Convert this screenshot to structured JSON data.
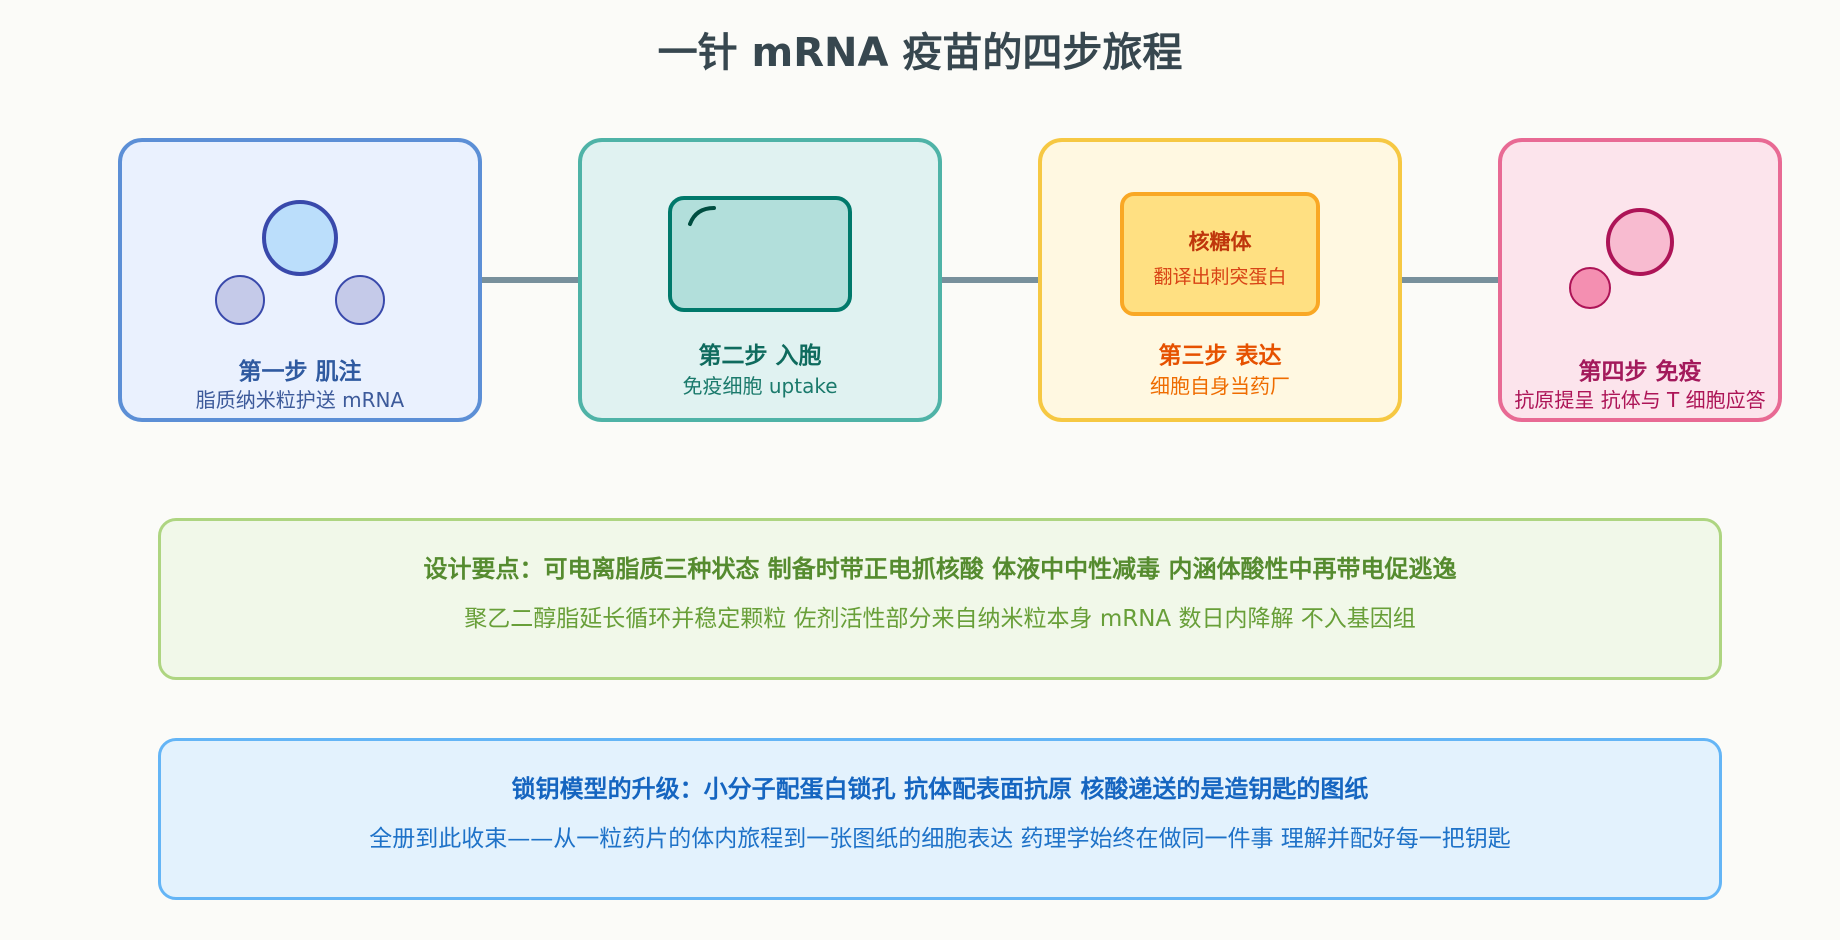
{
  "title": "一针 mRNA 疫苗的四步旅程",
  "steps": [
    {
      "label": "第一步 肌注",
      "sub": "脂质纳米粒护送 mRNA",
      "border": "#5c8fd6",
      "fill": "#eaf1fe",
      "text": "#2f5aa0",
      "subcolor": "#3d5a9a"
    },
    {
      "label": "第二步 入胞",
      "sub": "免疫细胞 uptake",
      "border": "#4fb3a7",
      "fill": "#e0f2f1",
      "text": "#0f6b5e",
      "subcolor": "#1b7a6c"
    },
    {
      "label": "第三步 表达",
      "sub": "细胞自身当药厂",
      "border": "#f6c843",
      "fill": "#fff8e1",
      "text": "#e65100",
      "subcolor": "#ef6c00"
    },
    {
      "label": "第四步 免疫",
      "sub": "抗原提呈 抗体与 T 细胞应答",
      "border": "#e86a94",
      "fill": "#fce4ec",
      "text": "#a3195b",
      "subcolor": "#ad1457"
    }
  ],
  "ribosome": {
    "title": "核糖体",
    "sub": "翻译出刺突蛋白"
  },
  "design_note": {
    "head": "设计要点：可电离脂质三种状态 制备时带正电抓核酸 体液中中性减毒 内涵体酸性中再带电促逃逸",
    "body": "聚乙二醇脂延长循环并稳定颗粒 佐剂活性部分来自纳米粒本身 mRNA 数日内降解 不入基因组"
  },
  "lock_note": {
    "head": "锁钥模型的升级：小分子配蛋白锁孔 抗体配表面抗原 核酸递送的是造钥匙的图纸",
    "body": "全册到此收束——从一粒药片的体内旅程到一张图纸的细胞表达 药理学始终在做同一件事 理解并配好每一把钥匙"
  }
}
